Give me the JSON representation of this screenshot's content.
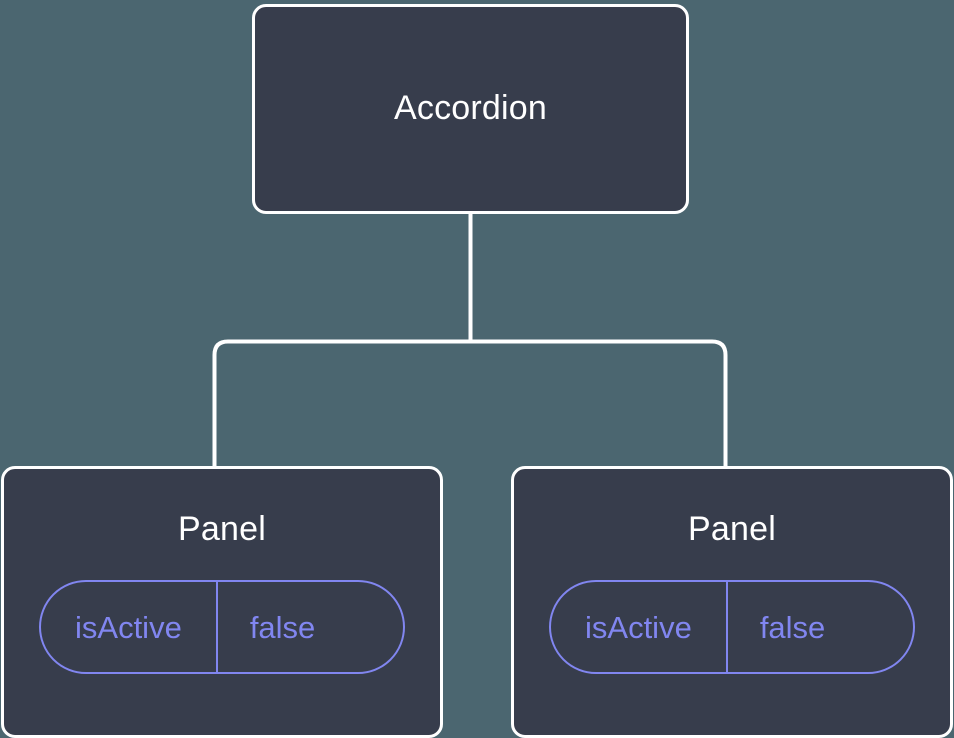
{
  "diagram": {
    "type": "component-tree",
    "background_color": "#4b6670",
    "node_fill_color": "#373d4c",
    "node_border_color": "#ffffff",
    "accent_color": "#8186f0",
    "title_color": "#ffffff",
    "connector_color": "#ffffff",
    "root": {
      "label": "Accordion"
    },
    "children": [
      {
        "label": "Panel",
        "props": [
          {
            "key": "isActive",
            "value": "false"
          }
        ]
      },
      {
        "label": "Panel",
        "props": [
          {
            "key": "isActive",
            "value": "false"
          }
        ]
      }
    ]
  }
}
